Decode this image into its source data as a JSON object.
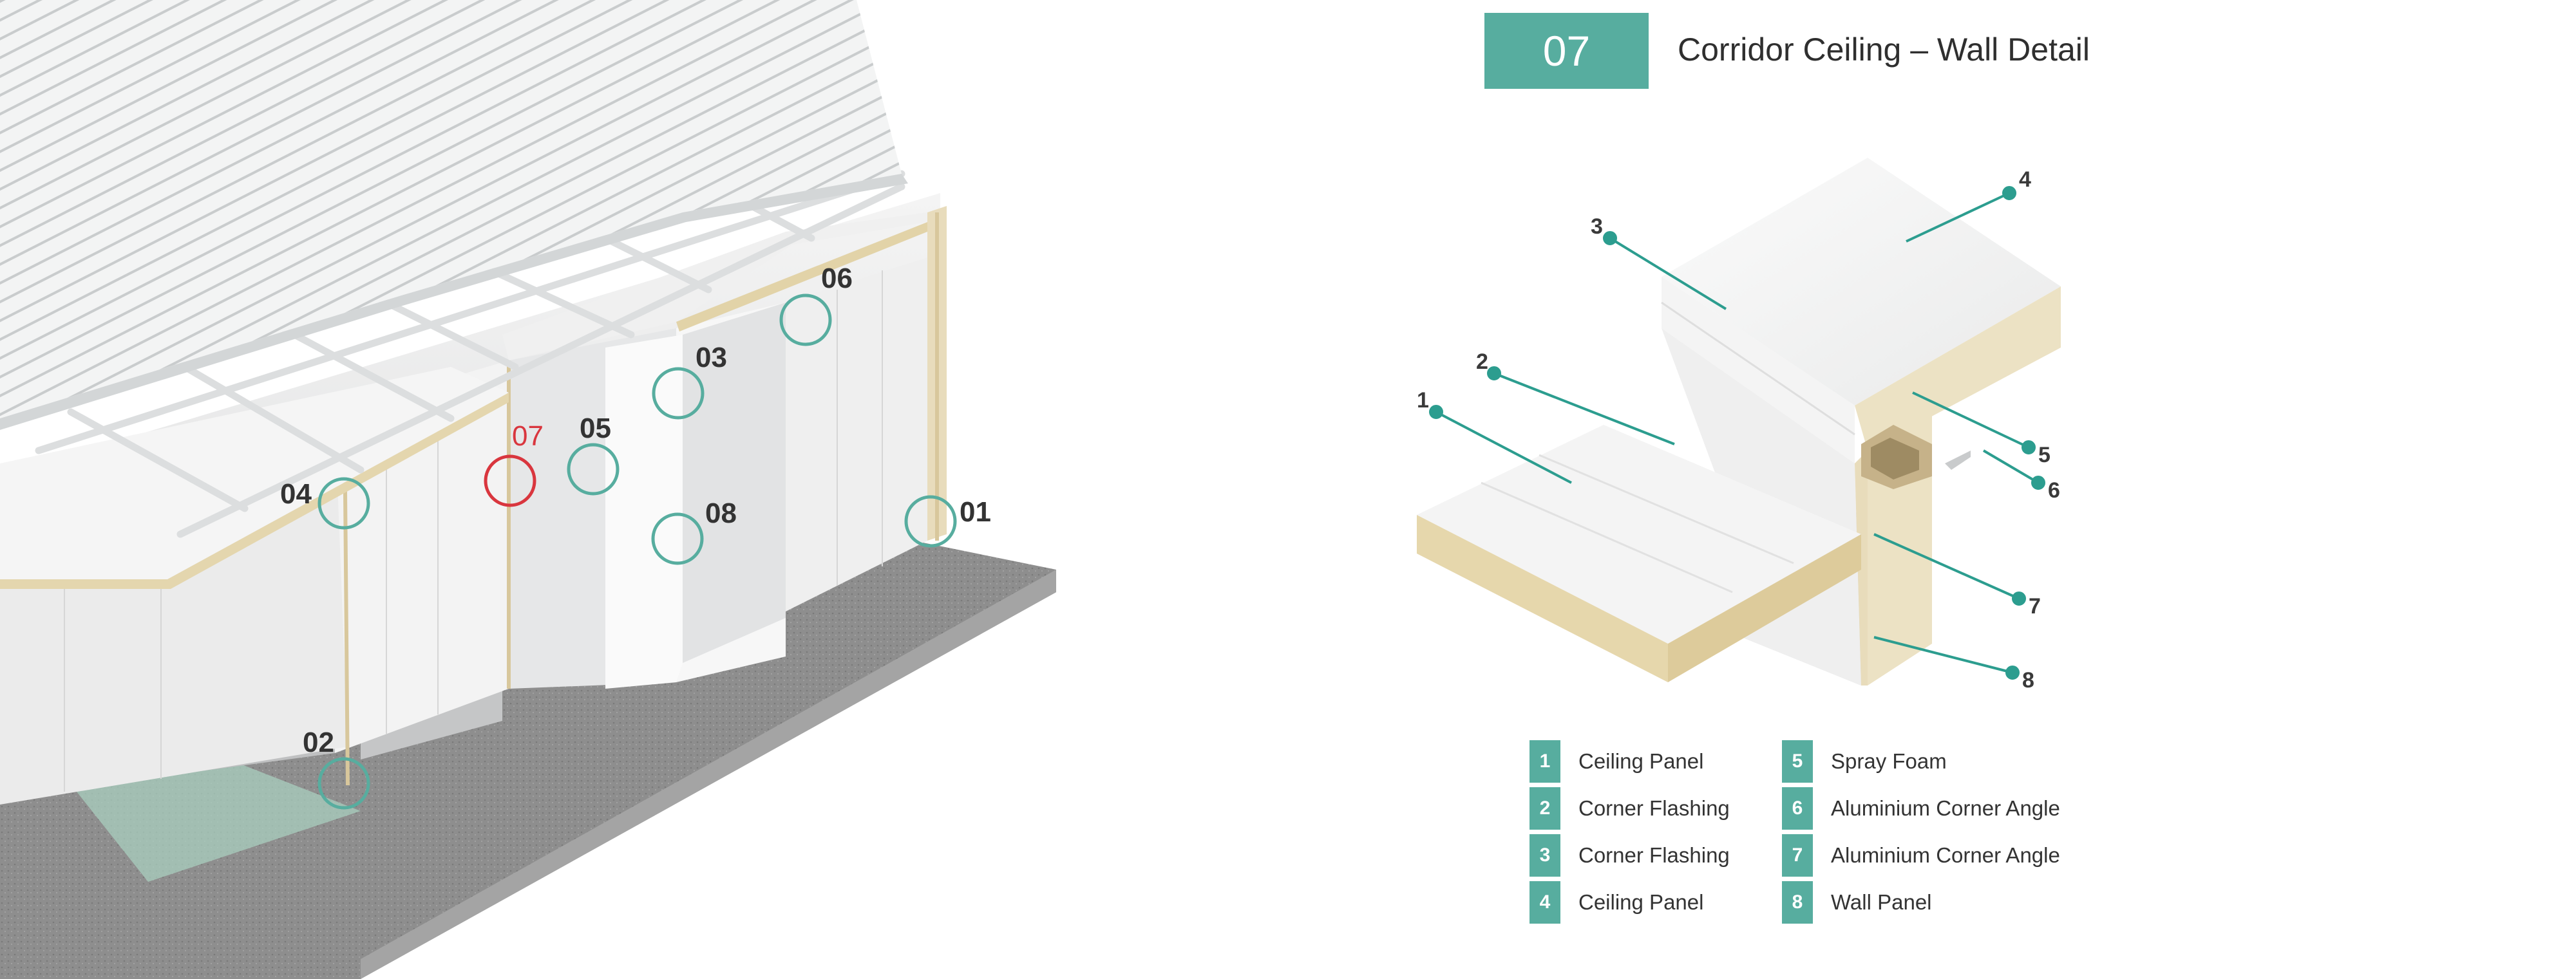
{
  "header": {
    "badge": "07",
    "title": "Corridor Ceiling – Wall Detail"
  },
  "overview_callouts": [
    {
      "label": "01",
      "highlight": false
    },
    {
      "label": "02",
      "highlight": false
    },
    {
      "label": "03",
      "highlight": false
    },
    {
      "label": "04",
      "highlight": false
    },
    {
      "label": "05",
      "highlight": false
    },
    {
      "label": "06",
      "highlight": false
    },
    {
      "label": "07",
      "highlight": true
    },
    {
      "label": "08",
      "highlight": false
    }
  ],
  "detail_callouts": [
    "1",
    "2",
    "3",
    "4",
    "5",
    "6",
    "7",
    "8"
  ],
  "legend": [
    {
      "num": "1",
      "label": "Ceiling Panel"
    },
    {
      "num": "2",
      "label": "Corner Flashing"
    },
    {
      "num": "3",
      "label": "Corner Flashing"
    },
    {
      "num": "4",
      "label": "Ceiling Panel"
    },
    {
      "num": "5",
      "label": "Spray Foam"
    },
    {
      "num": "6",
      "label": "Aluminium Corner Angle"
    },
    {
      "num": "7",
      "label": "Aluminium Corner Angle"
    },
    {
      "num": "8",
      "label": "Wall Panel"
    }
  ],
  "colors": {
    "accent": "#57ad9f",
    "highlight": "#d9363e",
    "panel_face": "#f2f3f3",
    "panel_core": "#ece2c4",
    "floor": "#8f8f8f"
  }
}
